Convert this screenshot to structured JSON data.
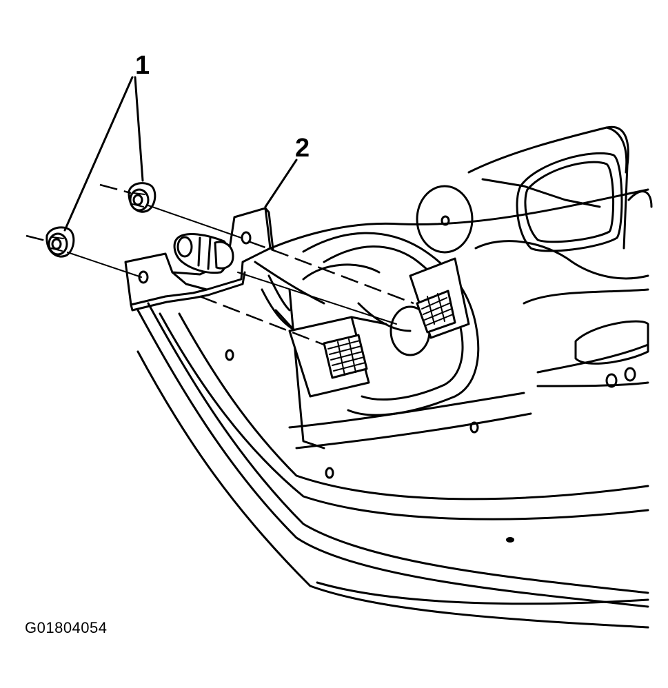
{
  "callouts": [
    {
      "label": "1"
    },
    {
      "label": "2"
    }
  ],
  "figure_id": "G01804054"
}
